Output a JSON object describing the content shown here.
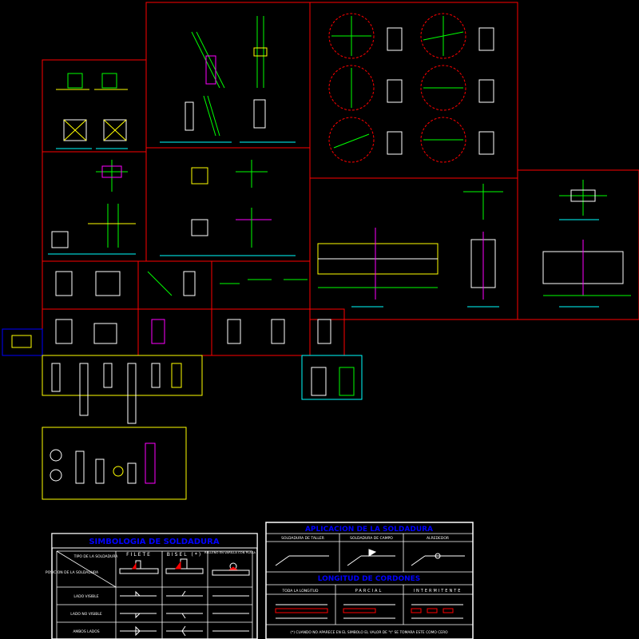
{
  "colors": {
    "background": "#000000",
    "frame_red": "#ff0000",
    "frame_yellow": "#ffff00",
    "frame_white": "#ffffff",
    "frame_cyan": "#00ffff",
    "frame_blue": "#0000ff",
    "title_blue": "#0000ff",
    "line_green": "#00ff00",
    "line_magenta": "#ff00ff"
  },
  "table_simbologia": {
    "title": "SIMBOLOGIA DE SOLDADURA",
    "col_header": "TIPO DE LA SOLDADURA",
    "row_header": "POSICION DE LA SOLDADURA",
    "col_filete": "FILETE",
    "col_bisel": "BISEL (*)",
    "col_relleno": "RELLENO EN VARILLA CON PLACA",
    "rows": [
      "LADO VISIBLE",
      "LADO NO VISIBLE",
      "AMBOS LADOS"
    ]
  },
  "table_aplicacion": {
    "title": "APLICACION DE LA SOLDADURA",
    "col_taller": "SOLDADURA DE TALLER",
    "col_campo": "SOLDADURA DE CAMPO",
    "col_alrededor": "ALREDEDOR",
    "subtitle": "LONGITUD DE CORDONES",
    "col_toda": "TODA LA LONGITUD",
    "col_parcial": "PARCIAL",
    "col_intermitente": "INTERMITENTE",
    "note": "(*) CUANDO NO APARECE EN EL SIMBOLO EL VALOR DE \"t\" SE TOMARA ESTE COMO CERO"
  }
}
